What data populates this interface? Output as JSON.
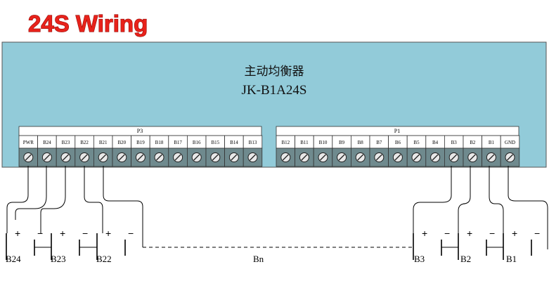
{
  "title": "24S Wiring",
  "device": {
    "name_cn": "主动均衡器",
    "model": "JK-B1A24S"
  },
  "connectors": [
    {
      "header": "P3",
      "pins": [
        "PWR",
        "B24",
        "B23",
        "B22",
        "B21",
        "B20",
        "B19",
        "B18",
        "B17",
        "B16",
        "B15",
        "B14",
        "B13"
      ]
    },
    {
      "header": "P1",
      "pins": [
        "B12",
        "B11",
        "B10",
        "B9",
        "B8",
        "B7",
        "B6",
        "B5",
        "B4",
        "B3",
        "B2",
        "B1",
        "GND"
      ]
    }
  ],
  "batteries": [
    {
      "label": "B24",
      "plus": "+",
      "minus": "−"
    },
    {
      "label": "B23",
      "plus": "+",
      "minus": "−"
    },
    {
      "label": "B22",
      "plus": "+",
      "minus": "−"
    },
    {
      "label": "B3",
      "plus": "+",
      "minus": "−"
    },
    {
      "label": "B2",
      "plus": "+",
      "minus": "−"
    },
    {
      "label": "B1",
      "plus": "+",
      "minus": "−"
    }
  ],
  "middle_label": "Bn",
  "colors": {
    "panel": "#92cbd9",
    "terminal": "#6f8a8e",
    "title": "#e8221b"
  }
}
